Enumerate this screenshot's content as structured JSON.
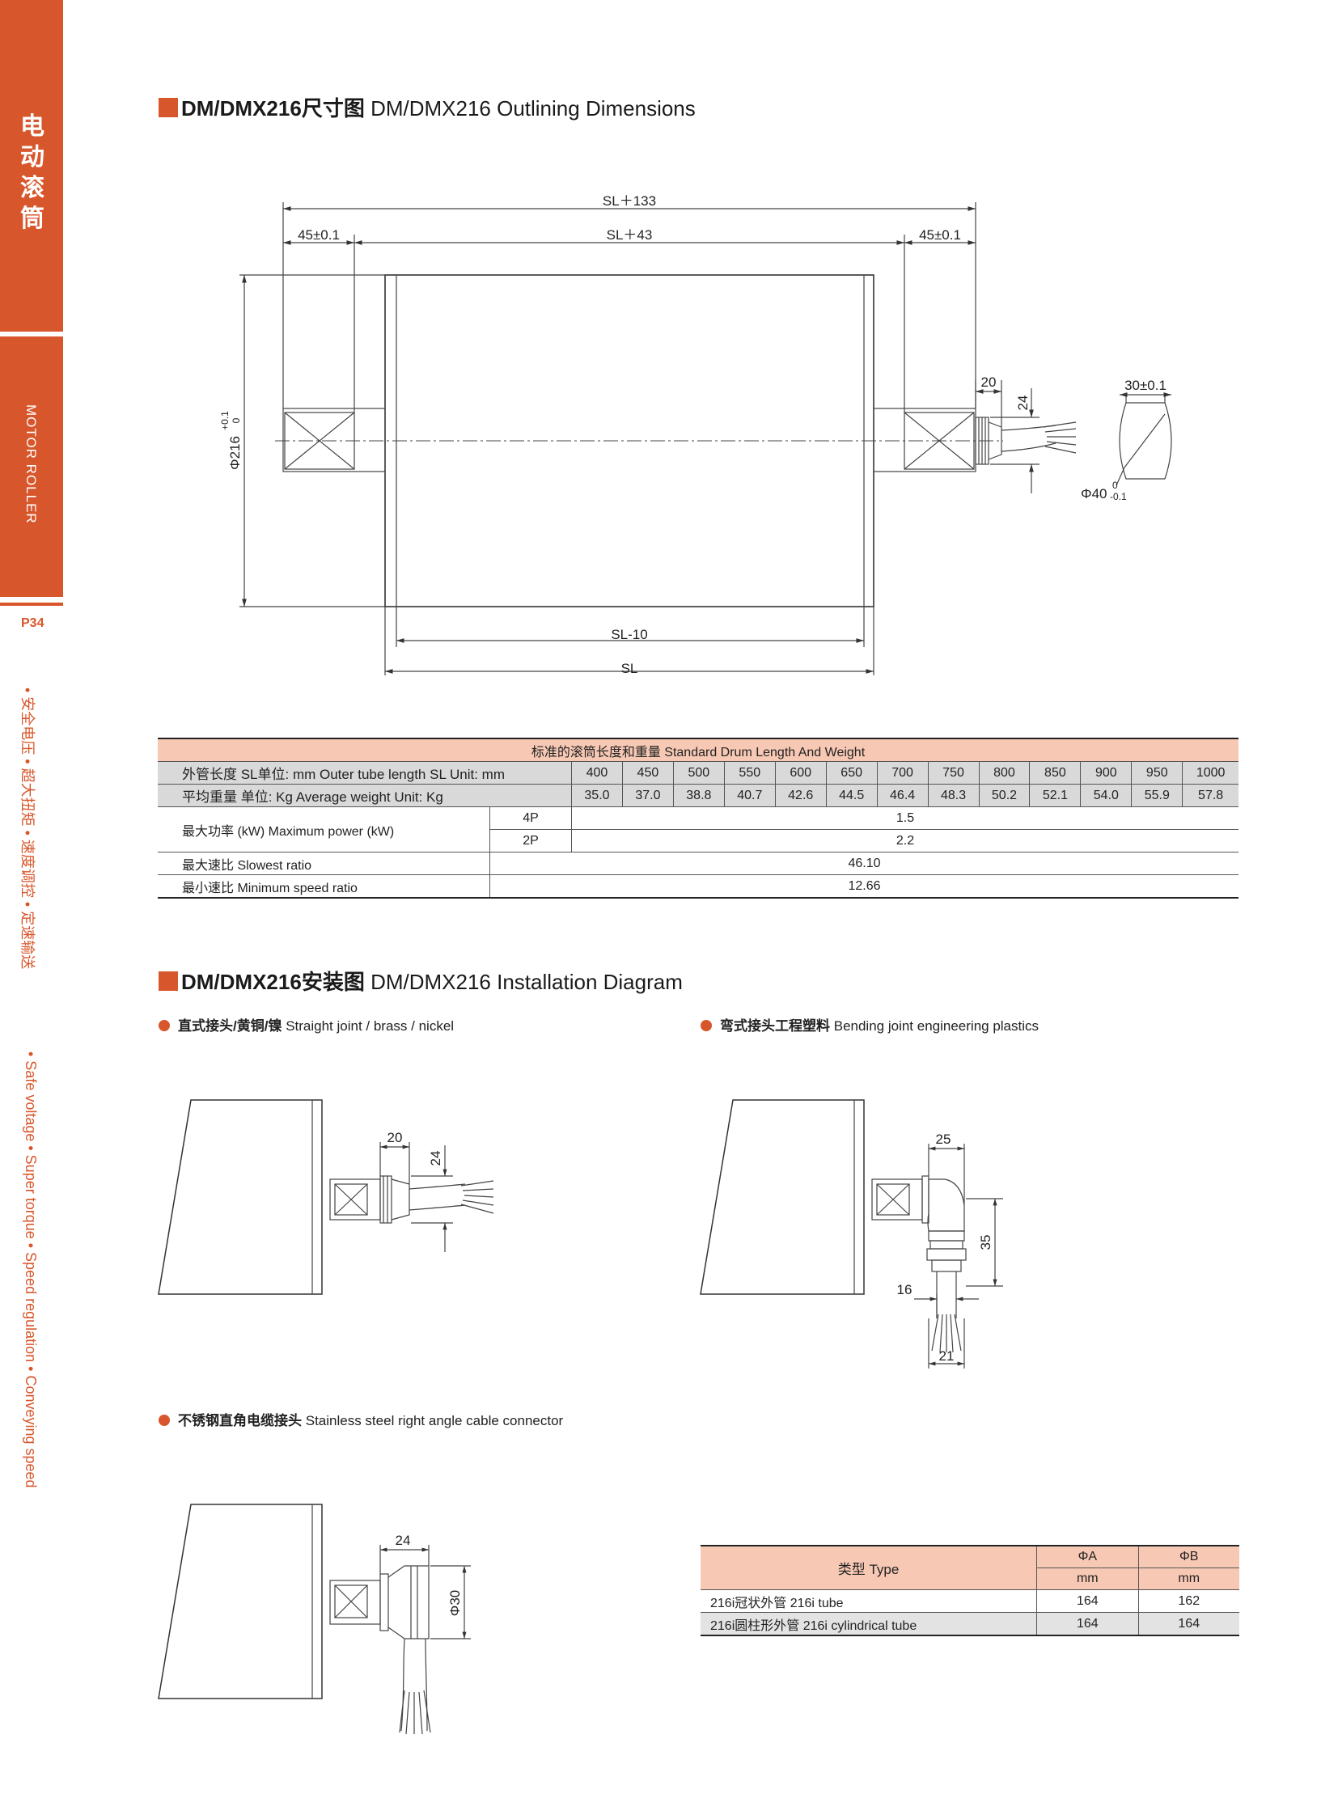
{
  "sidebar": {
    "cn_title": "电动滚筒",
    "en_title": "MOTOR ROLLER",
    "page": "P34",
    "features_cn": "• 安全电压 • 超大扭矩 • 速度调控 • 定速输送",
    "features_en": "• Safe voltage • Super torque • Speed regulation • Conveying speed"
  },
  "section1": {
    "cn": "DM/DMX216尺寸图",
    "en": "DM/DMX216 Outlining Dimensions"
  },
  "dims": {
    "sl133": "SL＋133",
    "sl43": "SL＋43",
    "tol45_left": "45±0.1",
    "tol45_right": "45±0.1",
    "d20": "20",
    "d24": "24",
    "d30": "30±0.1",
    "phi216": "Φ216",
    "phi216_tol_up": "+0.1",
    "phi216_tol_dn": "0",
    "phi40": "Φ40",
    "phi40_tol_up": "0",
    "phi40_tol_dn": "-0.1",
    "sl10": "SL-10",
    "sl": "SL"
  },
  "spec_table": {
    "title": "标准的滚筒长度和重量 Standard Drum Length And Weight",
    "length_label": "外管长度  SL单位: mm  Outer tube length  SL Unit: mm",
    "lengths": [
      "400",
      "450",
      "500",
      "550",
      "600",
      "650",
      "700",
      "750",
      "800",
      "850",
      "900",
      "950",
      "1000"
    ],
    "weight_label": "平均重量  单位: Kg  Average weight  Unit: Kg",
    "weights": [
      "35.0",
      "37.0",
      "38.8",
      "40.7",
      "42.6",
      "44.5",
      "46.4",
      "48.3",
      "50.2",
      "52.1",
      "54.0",
      "55.9",
      "57.8"
    ],
    "power_label": "最大功率 (kW) Maximum power (kW)",
    "p4_label": "4P",
    "p4_value": "1.5",
    "p2_label": "2P",
    "p2_value": "2.2",
    "slowest_label": "最大速比 Slowest ratio",
    "slowest_value": "46.10",
    "min_label": "最小速比 Minimum speed ratio",
    "min_value": "12.66"
  },
  "section2": {
    "cn": "DM/DMX216安装图",
    "en": "DM/DMX216 Installation Diagram"
  },
  "joint1": {
    "cn": "直式接头/黄铜/镍",
    "en": "Straight joint / brass / nickel",
    "d20": "20",
    "d24": "24"
  },
  "joint2": {
    "cn": "弯式接头工程塑料",
    "en": "Bending joint engineering plastics",
    "d25": "25",
    "d35": "35",
    "d16": "16",
    "d21": "21"
  },
  "joint3": {
    "cn": "不锈钢直角电缆接头",
    "en": "Stainless steel right angle cable connector",
    "d24": "24",
    "phi30": "Φ30"
  },
  "type_table": {
    "type_header": "类型 Type",
    "a_header": "ΦA",
    "b_header": "ΦB",
    "unit": "mm",
    "rows": [
      {
        "name": "216i冠状外管 216i tube",
        "a": "164",
        "b": "162"
      },
      {
        "name": "216i圆柱形外管 216i cylindrical tube",
        "a": "164",
        "b": "164"
      }
    ]
  }
}
